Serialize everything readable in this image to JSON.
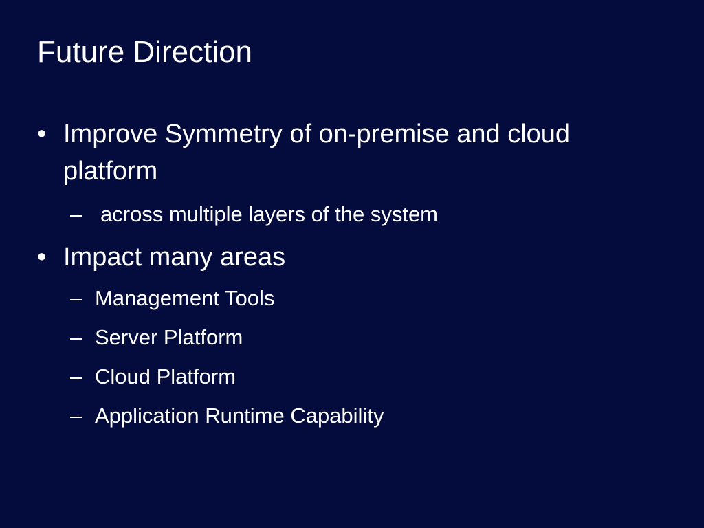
{
  "slide": {
    "title": "Future Direction",
    "bullet_glyph": "•",
    "dash_glyph": "–",
    "points": [
      {
        "text": "Improve Symmetry of on-premise and cloud platform",
        "subpoints": [
          "across multiple layers of the system"
        ]
      },
      {
        "text": "Impact many areas",
        "subpoints": [
          "Management Tools",
          "Server Platform",
          "Cloud Platform",
          "Application Runtime Capability"
        ]
      }
    ]
  },
  "colors": {
    "background": "#040c3d",
    "text": "#ffffff"
  }
}
